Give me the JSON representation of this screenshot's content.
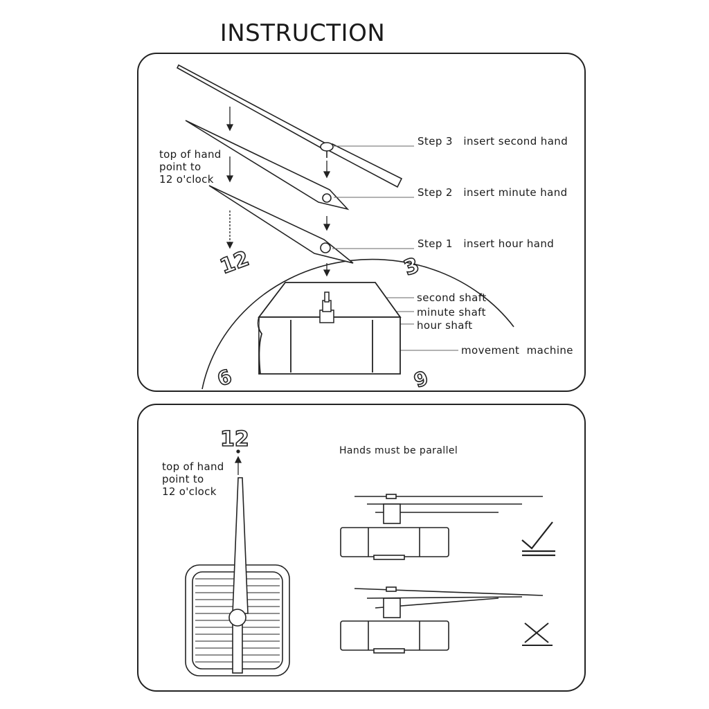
{
  "title": "INSTRUCTION",
  "top_panel": {
    "steps": [
      {
        "step": "Step 3",
        "text": "insert second hand"
      },
      {
        "step": "Step 2",
        "text": "insert minute hand"
      },
      {
        "step": "Step 1",
        "text": "insert hour hand"
      }
    ],
    "note_lines": [
      "top of hand",
      "point to",
      "12 o'clock"
    ],
    "shafts": [
      "second shaft",
      "minute shaft",
      "hour shaft"
    ],
    "movement_label": "movement  machine",
    "dial_numbers": [
      "12",
      "3",
      "9",
      "6"
    ]
  },
  "bottom_panel": {
    "numeral": "12",
    "note_lines": [
      "top of hand",
      "point to",
      "12 o'clock"
    ],
    "parallel_label": "Hands must be parallel",
    "correct_mark": "check-mark-icon",
    "wrong_mark": "cross-mark-icon"
  }
}
